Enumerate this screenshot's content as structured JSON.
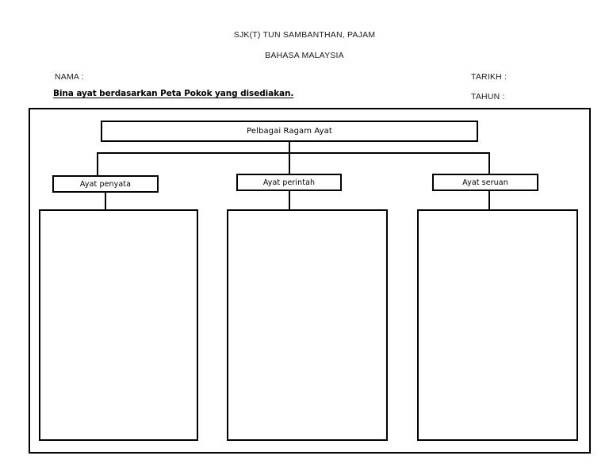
{
  "header": {
    "school": "SJK(T) TUN SAMBANTHAN, PAJAM",
    "subject": "BAHASA MALAYSIA"
  },
  "fields": {
    "nama_label": "NAMA :",
    "tarikh_label": "TARIKH :",
    "tahun_label": "TAHUN :"
  },
  "instruction": "Bina ayat berdasarkan Peta Pokok yang disediakan.",
  "diagram": {
    "root": "Pelbagai Ragam Ayat",
    "children": [
      {
        "label": "Ayat penyata",
        "answer": ""
      },
      {
        "label": "Ayat perintah",
        "answer": ""
      },
      {
        "label": "Ayat seruan",
        "answer": ""
      }
    ]
  },
  "colors": {
    "ink": "#000000",
    "paper": "#ffffff"
  }
}
